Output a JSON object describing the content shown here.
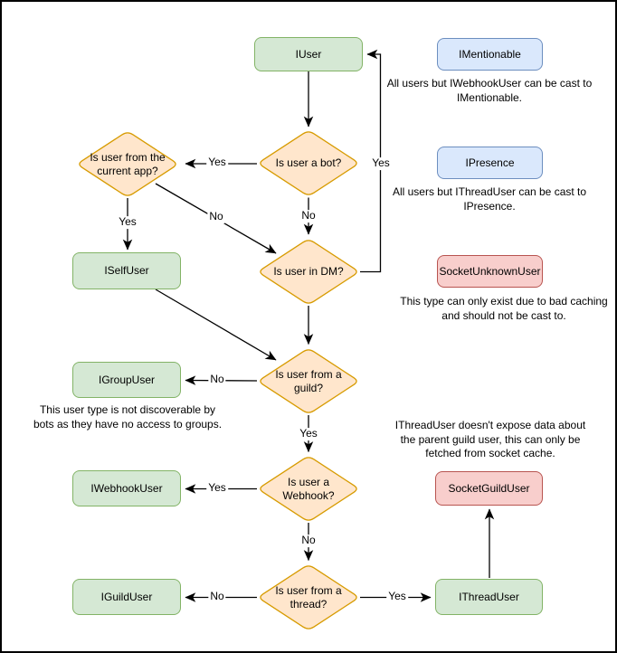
{
  "diagram": {
    "nodes": {
      "iuser": {
        "label": "IUser"
      },
      "imentionable": {
        "label": "IMentionable"
      },
      "ipresence": {
        "label": "IPresence"
      },
      "socket_unknown_user": {
        "label": "SocketUnknownUser"
      },
      "iselfuser": {
        "label": "ISelfUser"
      },
      "igroupuser": {
        "label": "IGroupUser"
      },
      "iwebhookuser": {
        "label": "IWebhookUser"
      },
      "iguilduser": {
        "label": "IGuildUser"
      },
      "socket_guild_user": {
        "label": "SocketGuildUser"
      },
      "ithreaduser": {
        "label": "IThreadUser"
      }
    },
    "decisions": {
      "is_bot": {
        "label": "Is user a bot?"
      },
      "current_app": {
        "label": "Is user from the current app?"
      },
      "in_dm": {
        "label": "Is user in DM?"
      },
      "from_guild": {
        "label": "Is user from a guild?"
      },
      "is_webhook": {
        "label": "Is user a Webhook?"
      },
      "from_thread": {
        "label": "Is user from a thread?"
      }
    },
    "edges": {
      "iuser_to_isbot": {
        "from": "IUser",
        "to": "Is user a bot?",
        "label": ""
      },
      "isbot_to_currentapp": {
        "from": "Is user a bot?",
        "to": "Is user from the current app?",
        "label": "Yes"
      },
      "isbot_to_indm": {
        "from": "Is user a bot?",
        "to": "Is user in DM?",
        "label": "No"
      },
      "currentapp_to_iselfuser": {
        "from": "Is user from the current app?",
        "to": "ISelfUser",
        "label": "Yes"
      },
      "currentapp_to_indm": {
        "from": "Is user from the current app?",
        "to": "Is user in DM?",
        "label": "No"
      },
      "indm_to_iuser": {
        "from": "Is user in DM?",
        "to": "IUser",
        "label": "Yes"
      },
      "indm_to_fromguild": {
        "from": "Is user in DM?",
        "to": "Is user from a guild?",
        "label": ""
      },
      "iselfuser_to_fromguild": {
        "from": "ISelfUser",
        "to": "Is user from a guild?",
        "label": ""
      },
      "fromguild_to_igroupuser": {
        "from": "Is user from a guild?",
        "to": "IGroupUser",
        "label": "No"
      },
      "fromguild_to_iswebhook": {
        "from": "Is user from a guild?",
        "to": "Is user a Webhook?",
        "label": "Yes"
      },
      "iswebhook_to_iwebhookuser": {
        "from": "Is user a Webhook?",
        "to": "IWebhookUser",
        "label": "Yes"
      },
      "iswebhook_to_fromthread": {
        "from": "Is user a Webhook?",
        "to": "Is user from a thread?",
        "label": "No"
      },
      "fromthread_to_iguilduser": {
        "from": "Is user from a thread?",
        "to": "IGuildUser",
        "label": "No"
      },
      "fromthread_to_ithreaduser": {
        "from": "Is user from a thread?",
        "to": "IThreadUser",
        "label": "Yes"
      },
      "ithreaduser_to_socketguilduser": {
        "from": "IThreadUser",
        "to": "SocketGuildUser",
        "label": ""
      }
    },
    "annotations": {
      "imentionable_note": "All users but IWebhookUser can be cast to IMentionable.",
      "ipresence_note": "All users but IThreadUser can be cast to IPresence.",
      "socket_unknown_note": "This type can only exist due to bad caching and should not be cast to.",
      "igroupuser_note": "This user type is not discoverable by bots as they have no access to groups.",
      "ithreaduser_note": "IThreadUser doesn't expose data about the parent guild user, this can only be fetched from socket cache."
    },
    "colors": {
      "green_fill": "#d5e8d4",
      "green_stroke": "#82b366",
      "orange_fill": "#ffe6cc",
      "orange_stroke": "#d79b00",
      "blue_fill": "#dae8fc",
      "blue_stroke": "#6c8ebf",
      "red_fill": "#f8cecc",
      "red_stroke": "#b85450",
      "line": "#000000",
      "text": "#000000",
      "canvas": "#ffffff"
    }
  }
}
